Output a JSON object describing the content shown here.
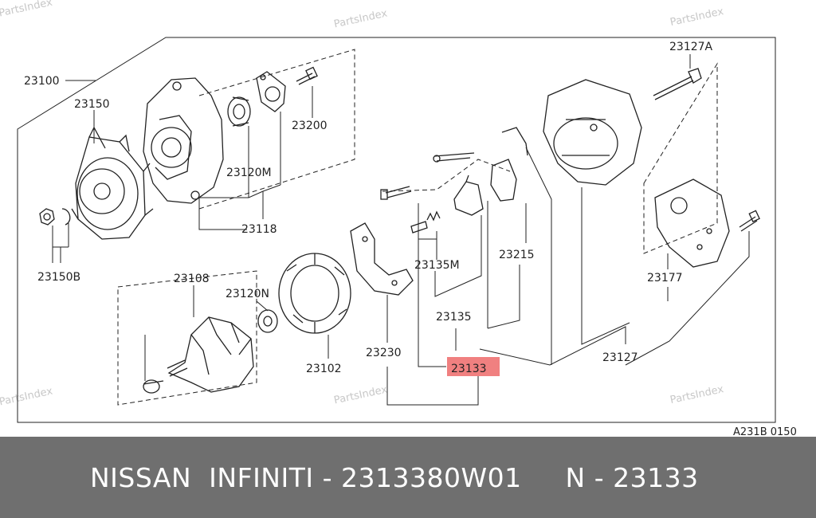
{
  "watermark": "PartsIndex",
  "drawing_code": "A231B 0150",
  "highlight_color": "#f08080",
  "callouts": {
    "p23100": "23100",
    "p23150": "23150",
    "p23150B": "23150B",
    "p23200": "23200",
    "p23120M": "23120M",
    "p23118": "23118",
    "p23108": "23108",
    "p23120N": "23120N",
    "p23102": "23102",
    "p23230": "23230",
    "p23135M": "23135M",
    "p23135": "23135",
    "p23133": "23133",
    "p23215": "23215",
    "p23127": "23127",
    "p23127A": "23127A",
    "p23177": "23177"
  },
  "footer": {
    "text": "NISSAN  INFINITI - 2313380W01     N - 23133"
  }
}
